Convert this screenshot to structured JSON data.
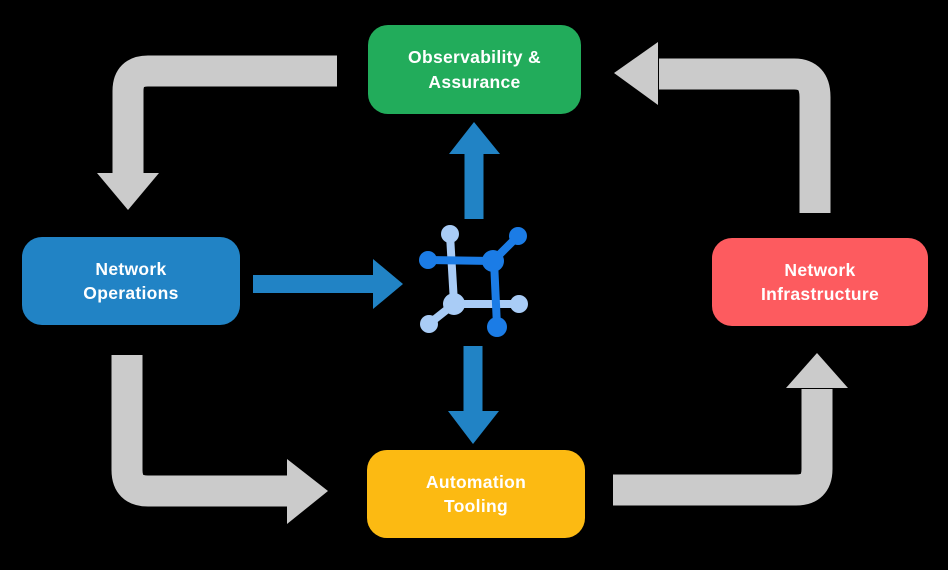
{
  "diagram": {
    "title": "Network automation closed-loop diagram",
    "nodes": {
      "observability": {
        "lines": [
          "Observability &",
          "Assurance"
        ],
        "color": "#22AC5B"
      },
      "operations": {
        "lines": [
          "Network",
          "Operations"
        ],
        "color": "#2183C5"
      },
      "infrastructure": {
        "lines": [
          "Network",
          "Infrastructure"
        ],
        "color": "#FD5B5F"
      },
      "automation": {
        "lines": [
          "Automation",
          "Tooling"
        ],
        "color": "#FCBA12"
      }
    },
    "flows": {
      "outer_cycle": [
        {
          "from": "Observability & Assurance",
          "to": "Network Operations",
          "style": "gray-elbow-arrow"
        },
        {
          "from": "Network Operations",
          "to": "Automation Tooling",
          "style": "gray-elbow-arrow"
        },
        {
          "from": "Automation Tooling",
          "to": "Network Infrastructure",
          "style": "gray-elbow-arrow"
        },
        {
          "from": "Network Infrastructure",
          "to": "Observability & Assurance",
          "style": "gray-elbow-arrow"
        }
      ],
      "hub_links": [
        {
          "from": "Network Operations",
          "to": "network-mesh-icon",
          "style": "blue-straight-arrow"
        },
        {
          "from": "network-mesh-icon",
          "to": "Observability & Assurance",
          "style": "blue-straight-arrow"
        },
        {
          "from": "network-mesh-icon",
          "to": "Automation Tooling",
          "style": "blue-straight-arrow"
        }
      ]
    },
    "center_icon": "network-mesh-icon"
  },
  "colors": {
    "background": "#000000",
    "green": "#22AC5B",
    "blue": "#2183C5",
    "red": "#FD5B5F",
    "yellow": "#FCBA12",
    "arrow_gray": "#CBCBCB",
    "icon_blue": "#1B7CE6",
    "icon_light_blue": "#A9CCF6",
    "label_text": "#FFFFFF"
  }
}
